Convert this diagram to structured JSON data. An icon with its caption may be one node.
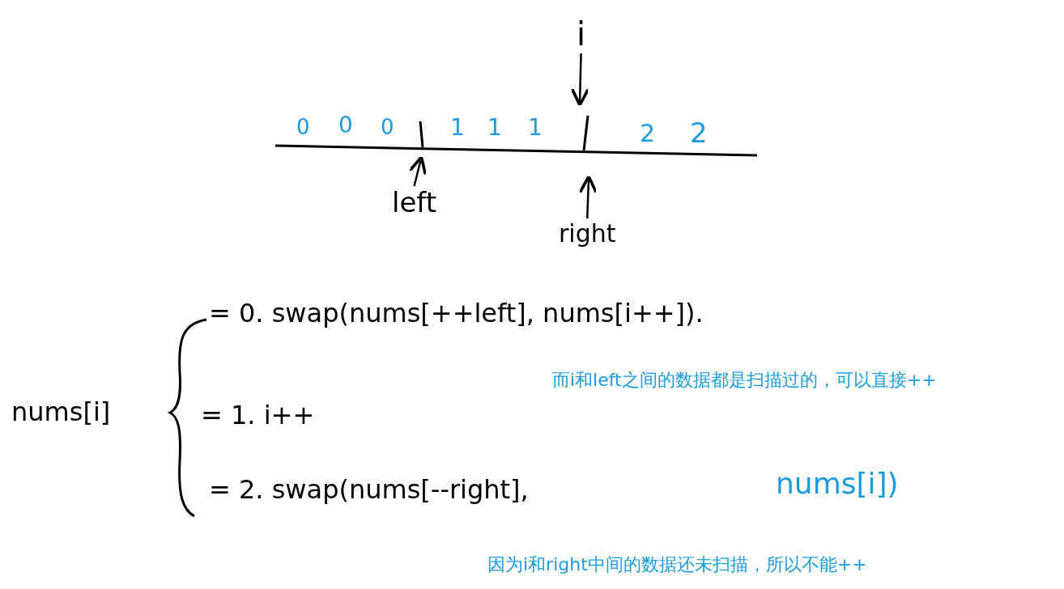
{
  "diagram": {
    "nodes": [
      {
        "text": [
          "i"
        ]
      },
      {
        "text": [
          "left"
        ]
      },
      {
        "text": [
          "right"
        ]
      }
    ],
    "edges": [
      {
        "from": 0,
        "to": null,
        "arrow": "to"
      },
      {
        "from": 1,
        "to": null,
        "arrow": "to"
      },
      {
        "from": 2,
        "to": null,
        "arrow": "to"
      }
    ],
    "labels": [
      "0",
      "0",
      "0",
      "1",
      "1",
      "1",
      "2",
      "2",
      "nums[i]",
      "= 0. swap(nums[++left], nums[i++]).",
      "而i和left之间的数据都是扫描过的，可以直接++",
      "= 1.   i++",
      "= 2. swap(nums[--right],",
      "nums[i])",
      "因为i和right中间的数据还未扫描，所以不能++"
    ]
  }
}
